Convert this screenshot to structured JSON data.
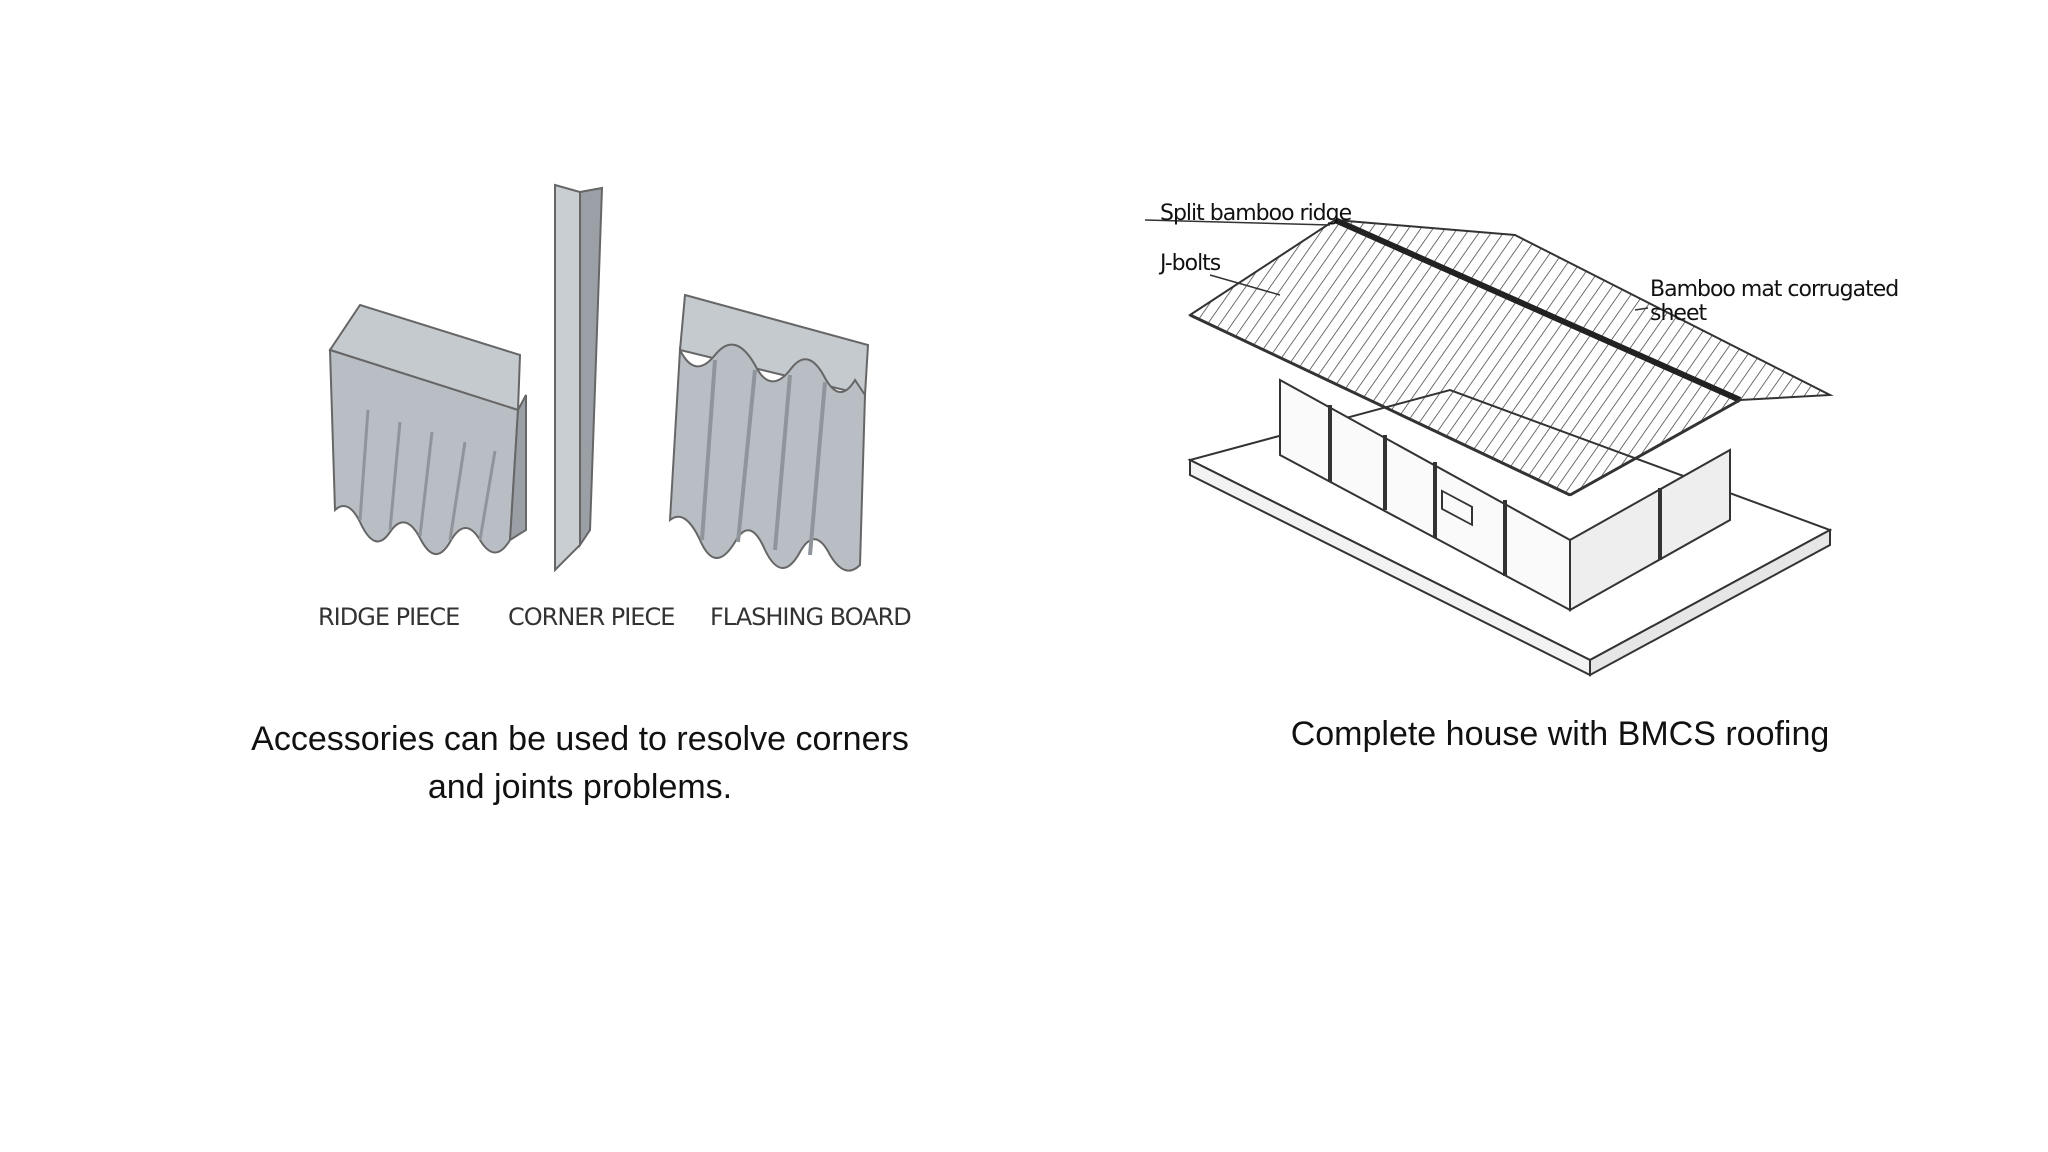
{
  "left_panel": {
    "labels": {
      "ridge_piece": "RIDGE PIECE",
      "corner_piece": "CORNER PIECE",
      "flashing_board": "FLASHING BOARD"
    },
    "caption_line1": "Accessories can be used to resolve corners",
    "caption_line2": "and  joints problems."
  },
  "right_panel": {
    "labels": {
      "split_bamboo_ridge": "Split bamboo ridge",
      "j_bolts": "J-bolts",
      "bamboo_mat_line1": "Bamboo mat corrugated",
      "bamboo_mat_line2": "sheet"
    },
    "caption": "Complete house with BMCS roofing"
  },
  "colors": {
    "sheet_fill": "#b9bec4",
    "sheet_dark": "#8f959b",
    "line": "#555555"
  }
}
